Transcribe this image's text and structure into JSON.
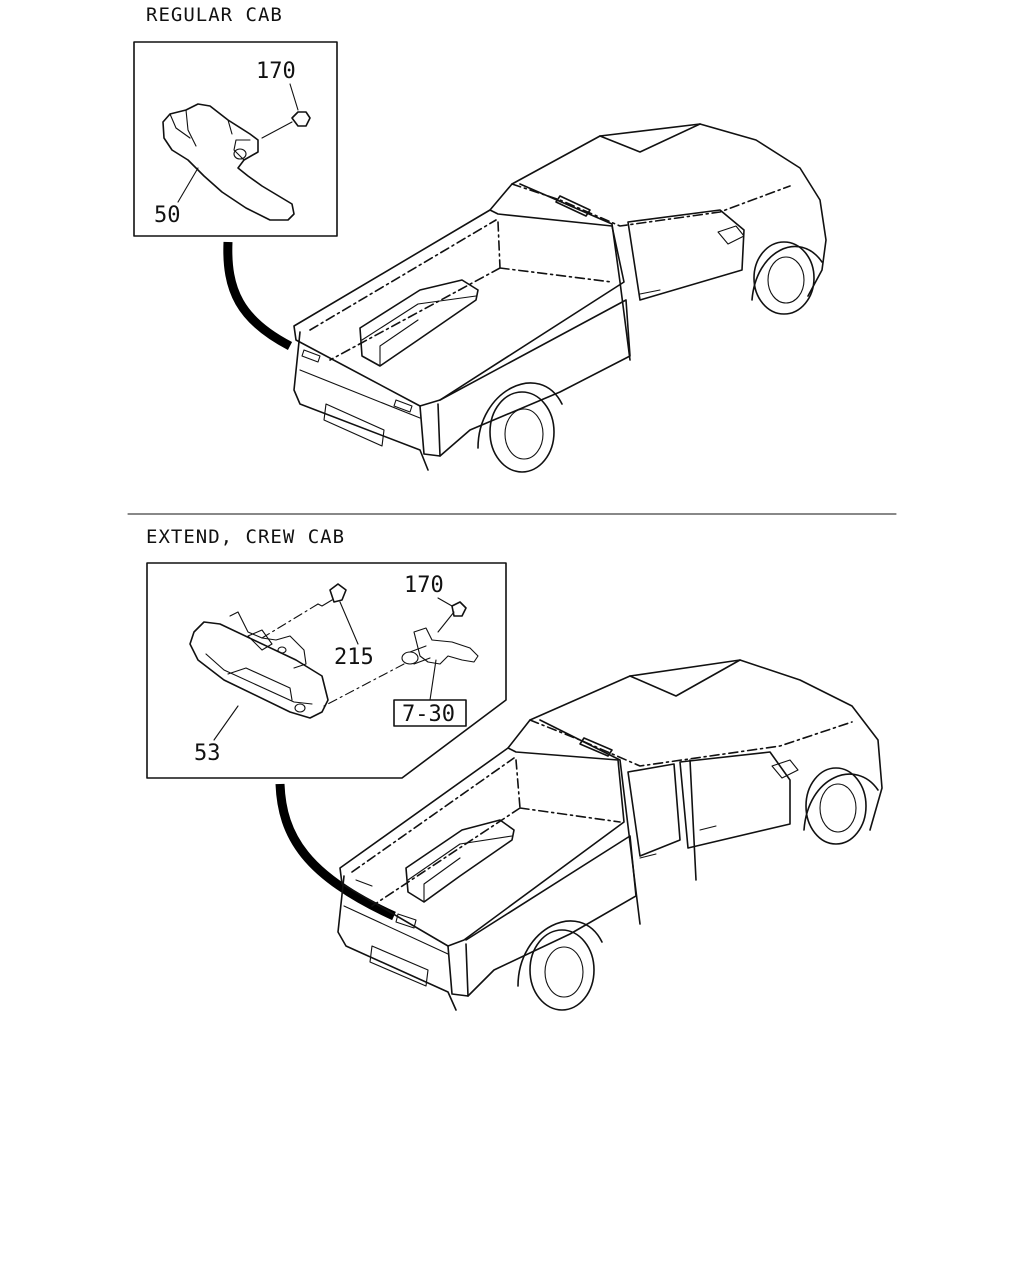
{
  "sections": [
    {
      "heading": "REGULAR CAB",
      "callouts": [
        {
          "number": "170",
          "part": "bolt"
        },
        {
          "number": "50",
          "part": "tailgate handle"
        }
      ]
    },
    {
      "heading": "EXTEND, CREW CAB",
      "callouts": [
        {
          "number": "170",
          "part": "bolt"
        },
        {
          "number": "215",
          "part": "screw"
        },
        {
          "number": "53",
          "part": "tailgate handle"
        },
        {
          "number": "7-30",
          "part": "reference box"
        }
      ]
    }
  ],
  "colors": {
    "ink": "#111111",
    "paper": "#ffffff",
    "leader": "#000000"
  },
  "icons": {
    "truck": "pickup-truck-illustration",
    "handle": "tailgate-handle-illustration",
    "bolt": "bolt-icon",
    "screw": "screw-icon"
  }
}
